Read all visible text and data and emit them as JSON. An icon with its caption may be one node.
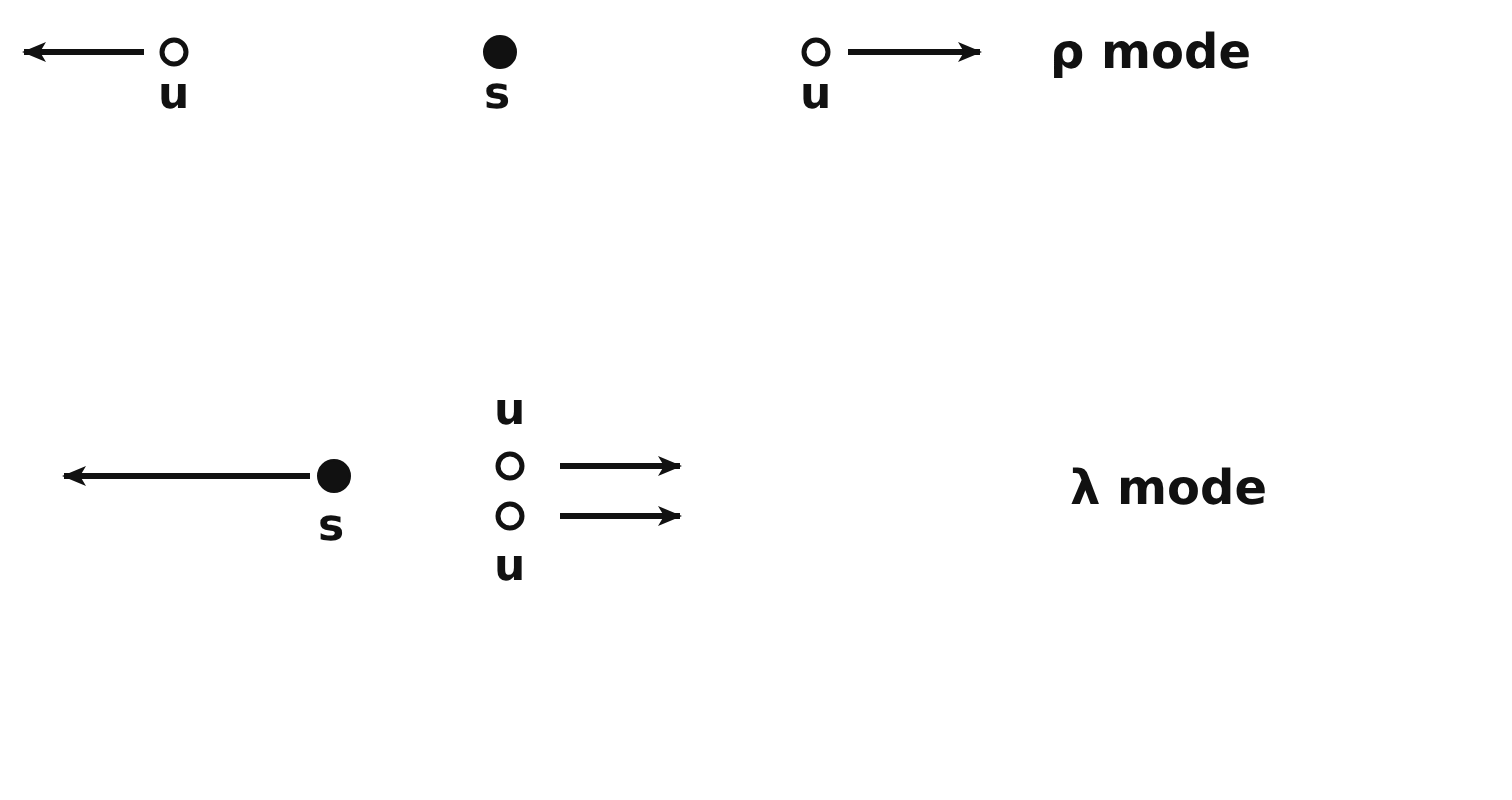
{
  "diagram": {
    "nodes": [
      {
        "text": [],
        "shape": "circle",
        "beside": [
          "u"
        ]
      },
      {
        "text": [],
        "shape": "dot",
        "beside": [
          "s"
        ]
      },
      {
        "text": [],
        "shape": "circle",
        "beside": [
          "u"
        ]
      },
      {
        "text": [],
        "shape": "dot",
        "beside": [
          "s"
        ]
      },
      {
        "text": [],
        "shape": "circle",
        "beside": [
          "u"
        ]
      },
      {
        "text": [],
        "shape": "circle",
        "beside": [
          "u"
        ]
      }
    ],
    "edges": [],
    "labels": [
      "ρ mode",
      "λ mode"
    ]
  }
}
